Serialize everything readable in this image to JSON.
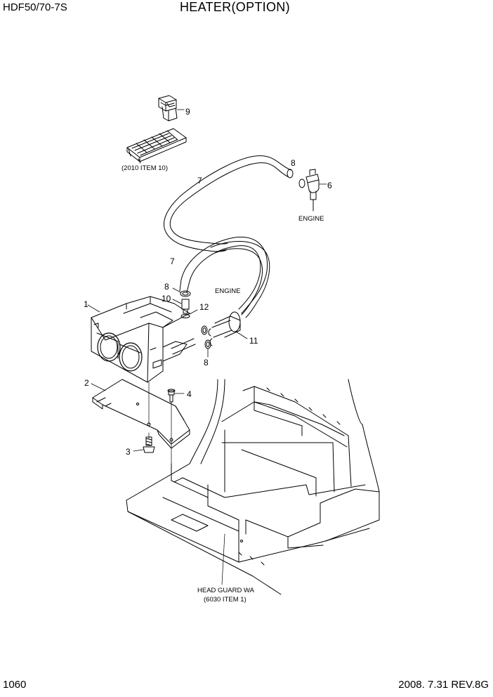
{
  "header": {
    "model": "HDF50/70-7S",
    "title": "HEATER(OPTION)"
  },
  "footer": {
    "page_number": "1060",
    "revision": "2008. 7.31  REV.8G"
  },
  "callouts": {
    "c1": "1",
    "c2": "2",
    "c3": "3",
    "c4": "4",
    "c6": "6",
    "c7a": "7",
    "c7b": "7",
    "c8a": "8",
    "c8b": "8",
    "c8c": "8",
    "c9": "9",
    "c10": "10",
    "c11": "11",
    "c12": "12"
  },
  "notes": {
    "switch_ref": "(2010 ITEM 10)",
    "engine_top": "ENGINE",
    "engine_mid": "ENGINE",
    "head_guard": "HEAD GUARD WA",
    "head_guard_ref": "(6030 ITEM 1)"
  }
}
